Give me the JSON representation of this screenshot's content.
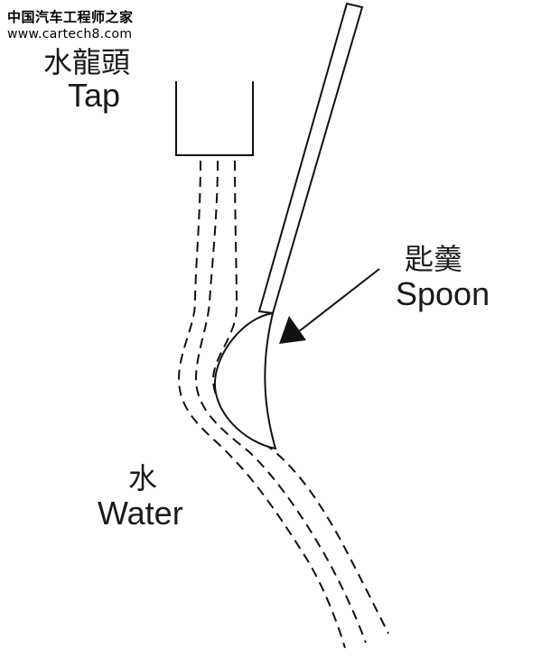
{
  "watermark": {
    "site_name": "中国汽车工程师之家",
    "url": "www.cartech8.com"
  },
  "labels": {
    "tap_cn": "水龍頭",
    "tap_en": "Tap",
    "spoon_cn": "匙羹",
    "spoon_en": "Spoon",
    "water_cn": "水",
    "water_en": "Water"
  },
  "colors": {
    "line": "#111111",
    "background": "#ffffff"
  }
}
